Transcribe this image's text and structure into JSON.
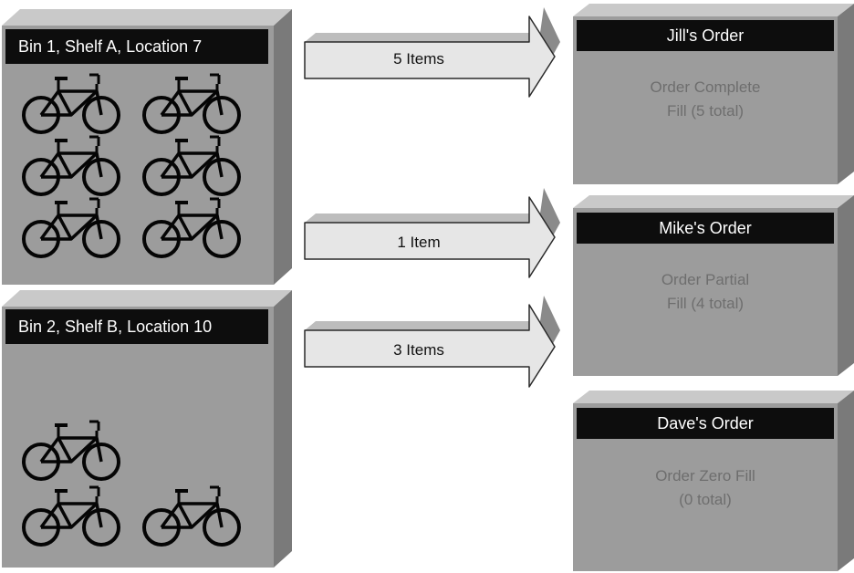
{
  "bins": [
    {
      "label": "Bin 1, Shelf A, Location 7",
      "bike_count": 6
    },
    {
      "label": "Bin 2, Shelf B, Location 10",
      "bike_count": 3
    }
  ],
  "transfers": [
    {
      "label": "5 Items"
    },
    {
      "label": "1 Item"
    },
    {
      "label": "3 Items"
    }
  ],
  "orders": [
    {
      "title": "Jill's Order",
      "status_line1": "Order Complete",
      "status_line2": "Fill (5 total)"
    },
    {
      "title": "Mike's Order",
      "status_line1": "Order Partial",
      "status_line2": "Fill (4 total)"
    },
    {
      "title": "Dave's Order",
      "status_line1": "Order Zero Fill",
      "status_line2": "(0 total)"
    }
  ],
  "colors": {
    "box_front": "#9c9c9c",
    "box_top": "#c9c9c9",
    "box_side": "#7a7a7a",
    "arrow_fill": "#e6e6e6",
    "arrow_tip": "#8a8a8a",
    "label_bg": "#0d0d0d"
  },
  "icons": {
    "item": "bicycle-icon"
  }
}
